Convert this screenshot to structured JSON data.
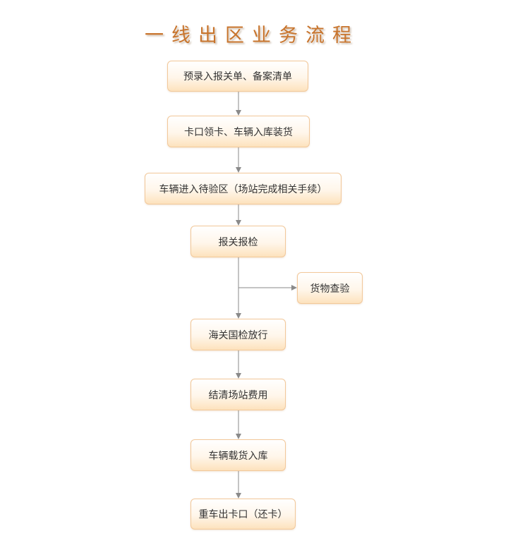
{
  "title": "一线出区业务流程",
  "steps": [
    "预录入报关单、备案清单",
    "卡口领卡、车辆入库装货",
    "车辆进入待验区（场站完成相关手续）",
    "报关报检",
    "货物查验",
    "海关国检放行",
    "结清场站费用",
    "车辆载货入库",
    "重车出卡口（还卡）"
  ],
  "colors": {
    "title": "#c8742c",
    "box_border": "#f2c89a",
    "box_fill_bottom": "#fde2bd",
    "arrow": "#8a8a8a"
  }
}
